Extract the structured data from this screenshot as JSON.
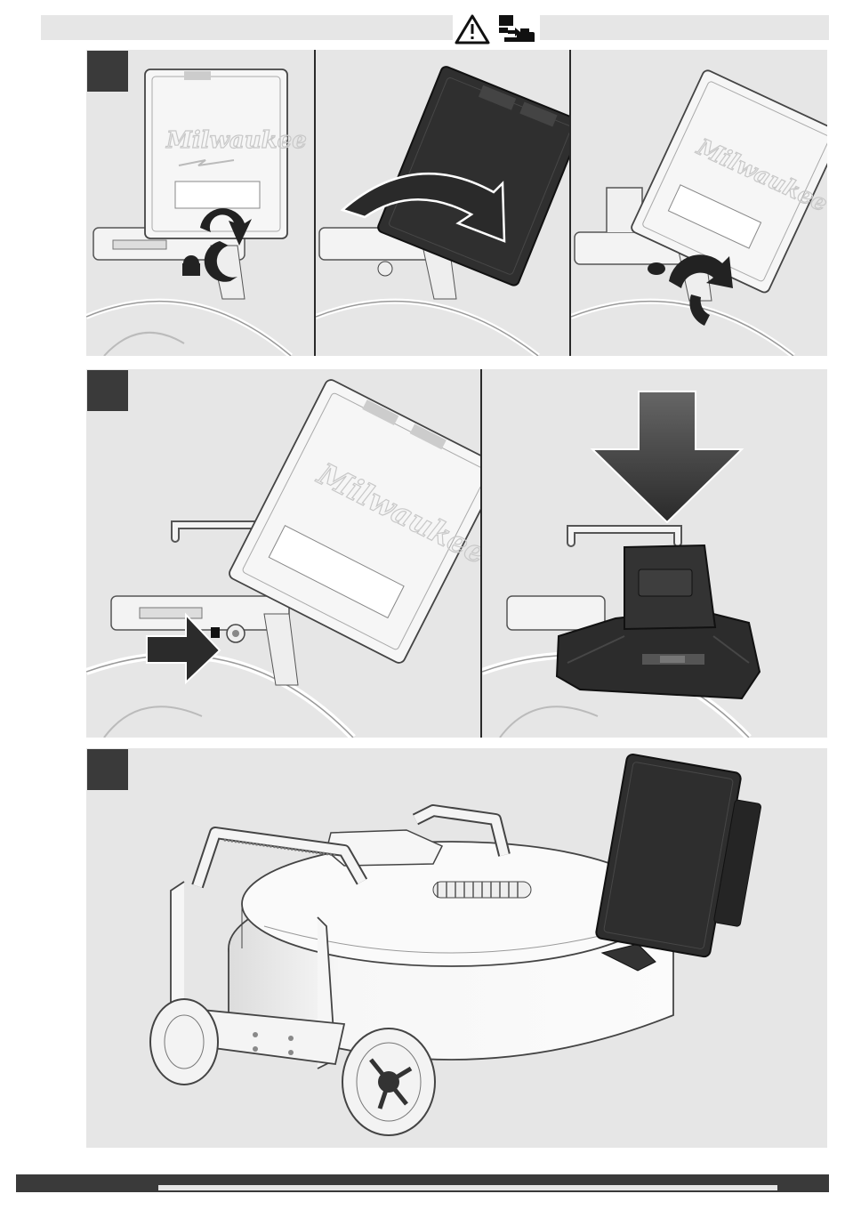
{
  "header": {
    "warning_icon": "warning-triangle-icon",
    "battery_icon": "battery-removal-icon"
  },
  "figures": {
    "step1": {
      "panels": 3,
      "icons": [
        "rotate-arrow-icon",
        "rotate-arrow-icon",
        "rotate-arrow-icon"
      ]
    },
    "step2": {
      "panels": 2,
      "icons": [
        "push-arrow-icon",
        "down-arrow-icon"
      ]
    },
    "step3": {
      "panels": 1
    }
  },
  "brand": {
    "logo_text": "Milwaukee"
  },
  "colors": {
    "panel_bg": "#e6e6e6",
    "badge": "#3a3a3a",
    "monitor_dark": "#2e2e2e",
    "monitor_light": "#f4f4f4"
  }
}
